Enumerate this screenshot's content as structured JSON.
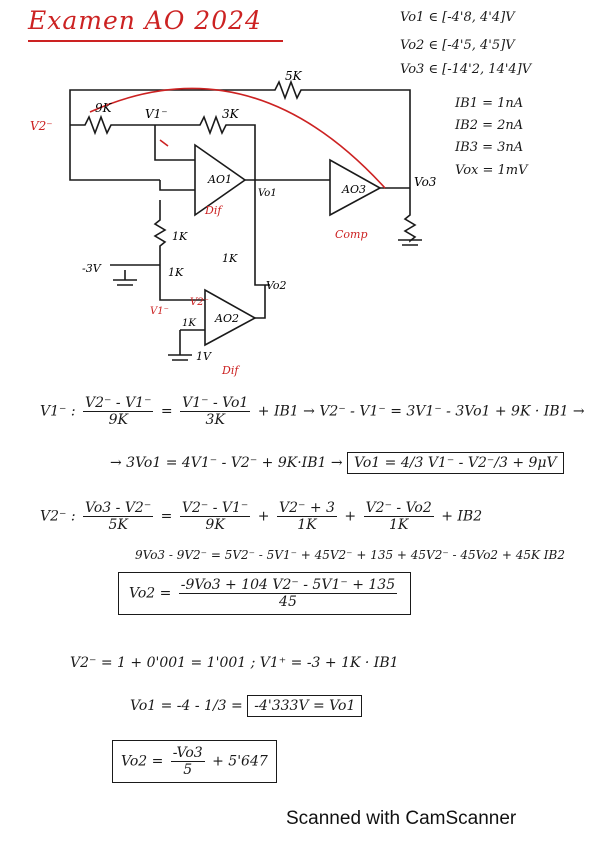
{
  "header": {
    "title": "Examen AO 2024"
  },
  "ranges": [
    "Vo1 ∈ [-4'8, 4'4]V",
    "Vo2 ∈ [-4'5, 4'5]V",
    "Vo3 ∈ [-14'2, 14'4]V"
  ],
  "currents": [
    "IB1 = 1nA",
    "IB2 = 2nA",
    "IB3 = 3nA",
    "Vox = 1mV"
  ],
  "circuit": {
    "r5k": "5K",
    "r9k": "9K",
    "v1": "V1⁻",
    "r3k": "3K",
    "v2": "V2⁻",
    "ao1": "AO1",
    "vo1": "Vo1",
    "ao3": "AO3",
    "vo3": "Vo3",
    "comp": "Comp",
    "dif1": "Dif",
    "r1k_a": "1K",
    "r1k_b": "1K",
    "r1k_c": "1K",
    "neg3v": "-3V",
    "vo2": "Vo2",
    "ao2": "AO2",
    "r1k_d": "1K",
    "v1in": "1V",
    "dif2": "Dif",
    "v1minus": "V1⁻",
    "v2minus": "V2⁻"
  },
  "equations": {
    "e1_label": "V1⁻ :",
    "e1_a_num": "V2⁻ - V1⁻",
    "e1_a_den": "9K",
    "e1_b_num": "V1⁻ - Vo1",
    "e1_b_den": "3K",
    "e1_rest": "+ IB1 → V2⁻ - V1⁻ = 3V1⁻ - 3Vo1 + 9K · IB1 →",
    "e2": "→ 3Vo1 = 4V1⁻ - V2⁻ + 9K·IB1 →",
    "e2_box": "Vo1 = 4/3 V1⁻ - V2⁻/3 + 9μV",
    "e3_label": "V2⁻ :",
    "e3_a_num": "Vo3 - V2⁻",
    "e3_a_den": "5K",
    "e3_b_num": "V2⁻ - V1⁻",
    "e3_b_den": "9K",
    "e3_c_num": "V2⁻ + 3",
    "e3_c_den": "1K",
    "e3_d_num": "V2⁻ - Vo2",
    "e3_d_den": "1K",
    "e3_rest": "+ IB2",
    "e4": "9Vo3 - 9V2⁻ = 5V2⁻ - 5V1⁻ + 45V2⁻ + 135 + 45V2⁻ - 45Vo2 + 45K IB2",
    "e5_lhs": "Vo2 =",
    "e5_num": "-9Vo3 + 104 V2⁻ - 5V1⁻ + 135",
    "e5_den": "45",
    "e6": "V2⁻ = 1 + 0'001 = 1'001 ; V1⁺ = -3 + 1K · IB1",
    "e7": "Vo1 = -4 - 1/3 =",
    "e7_box": "-4'333V = Vo1",
    "e8_lhs": "Vo2 =",
    "e8_num": "-Vo3",
    "e8_den": "5",
    "e8_rest": "+ 5'647"
  },
  "footer": {
    "text": "Scanned with CamScanner"
  }
}
